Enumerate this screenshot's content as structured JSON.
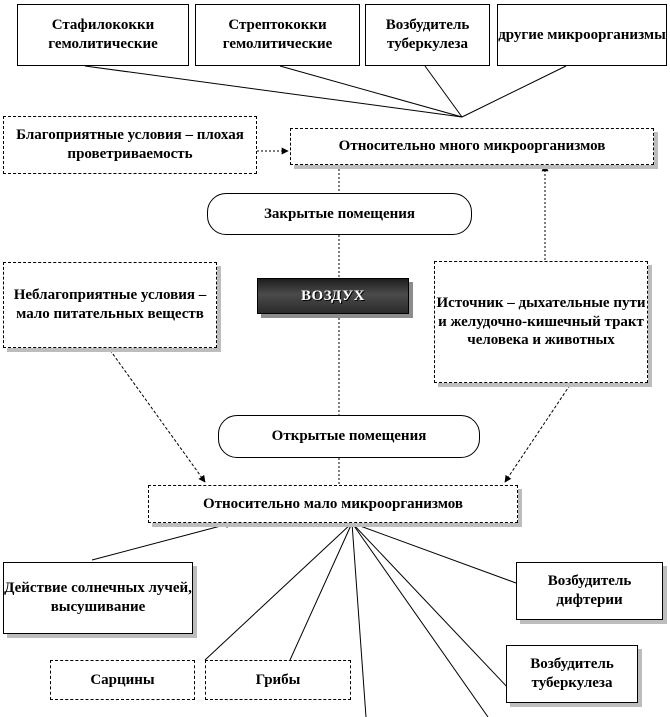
{
  "top_boxes": [
    "Стафилококки гемолитические",
    "Стрептококки гемолитические",
    "Возбудитель туберкулеза",
    "другие микроорганизмы"
  ],
  "favorable_conditions": "Благоприятные условия – плохая проветриваемость",
  "many_microorganisms": "Относительно много микроорганизмов",
  "closed_rooms": "Закрытые помещения",
  "unfavorable_conditions": "Неблагоприятные условия – мало питательных веществ",
  "air": "ВОЗДУХ",
  "source": "Источник – дыхательные пути и желудочно-кишечный тракт человека и животных",
  "open_rooms": "Открытые помещения",
  "few_microorganisms": "Относительно мало микроорганизмов",
  "sunlight_drying": "Действие солнечных лучей, высушивание",
  "diphtheria": "Возбудитель дифтерии",
  "sarcina": "Сарцины",
  "fungi": "Грибы",
  "tuberculosis_bottom": "Возбудитель туберкулеза"
}
